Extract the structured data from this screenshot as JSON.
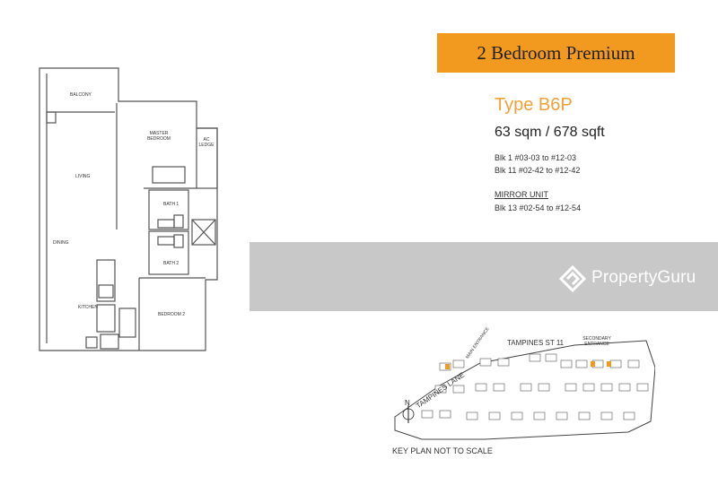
{
  "header": {
    "title": "2 Bedroom Premium"
  },
  "unit": {
    "type": "Type B6P",
    "area": "63 sqm / 678 sqft",
    "blocks": [
      "Blk 1   #03-03 to #12-03",
      "Blk 11  #02-42 to #12-42"
    ],
    "mirror_title": "MIRROR UNIT",
    "mirror_blocks": [
      "Blk 13  #02-54 to #12-54"
    ]
  },
  "floorplan": {
    "rooms": {
      "balcony": "BALCONY",
      "master_bedroom": "MASTER BEDROOM",
      "ac_ledge": "AC LEDGE",
      "living": "LIVING",
      "dining": "DINING",
      "bath1": "BATH 1",
      "bath2": "BATH 2",
      "kitchen": "KITCHEN",
      "bedroom2": "BEDROOM 2"
    }
  },
  "watermark": {
    "brand": "PropertyGuru"
  },
  "keyplan": {
    "road_top": "TAMPINES ST 11",
    "road_left": "TAMPINES LANE",
    "secondary_entrance": "SECONDARY ENTRANCE",
    "main_entrance": "MAIN ENTRANCE",
    "north": "N",
    "note": "KEY PLAN NOT TO SCALE"
  },
  "colors": {
    "accent": "#f29a1f",
    "type_title": "#f2a03a",
    "watermark_band": "#c8c8c8"
  }
}
